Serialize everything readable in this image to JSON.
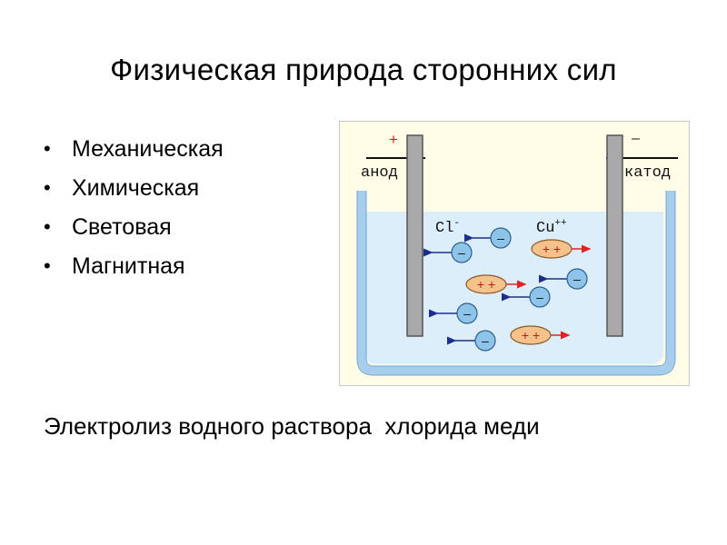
{
  "slide": {
    "title": "Физическая природа сторонних сил",
    "bullets": [
      "Механическая",
      "Химическая",
      "Световая",
      "Магнитная"
    ],
    "caption": "Электролиз водного раствора  хлорида меди"
  },
  "diagram": {
    "anode_sign": "+",
    "anode_label": "анод",
    "cathode_sign": "–",
    "cathode_label": "катод",
    "anion_label": "Cl",
    "anion_charge": "-",
    "cation_label": "Cu",
    "cation_charge": "++",
    "anion_symbol": "–",
    "cation_symbol": "+ +",
    "colors": {
      "panel_bg": "#FFFDE8",
      "panel_border": "#C8C8C8",
      "water": "#DDEEFB",
      "vessel": "#A6CDEB",
      "electrode": "#A9A9A9",
      "anion": "#8EC3EA",
      "cation": "#F6C28C",
      "anion_arrow": "#1C2E8C",
      "cation_arrow": "#E42020"
    }
  }
}
